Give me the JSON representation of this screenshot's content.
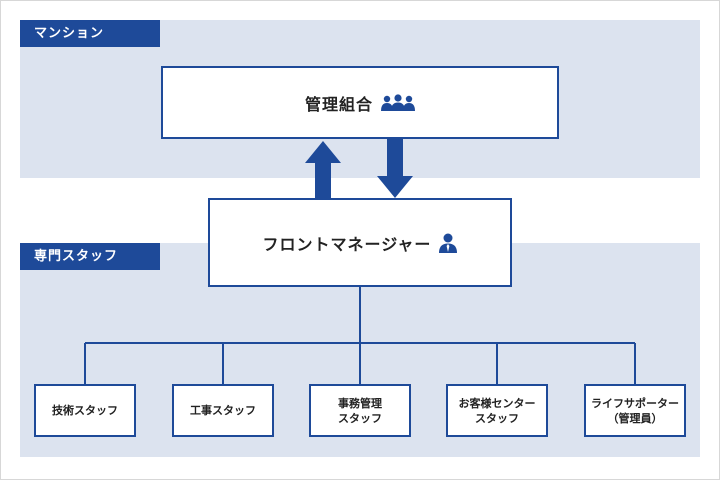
{
  "sections": {
    "top_label": "マンション",
    "bottom_label": "専門スタッフ"
  },
  "nodes": {
    "kanri_kumiai": {
      "label": "管理組合",
      "icon": "people-group-icon"
    },
    "front_manager": {
      "label": "フロントマネージャー",
      "icon": "person-icon"
    }
  },
  "staff": [
    {
      "line1": "技術スタッフ",
      "line2": ""
    },
    {
      "line1": "工事スタッフ",
      "line2": ""
    },
    {
      "line1": "事務管理",
      "line2": "スタッフ"
    },
    {
      "line1": "お客様センター",
      "line2": "スタッフ"
    },
    {
      "line1": "ライフサポーター",
      "line2": "（管理員）"
    }
  ],
  "colors": {
    "primary": "#1e4a99",
    "band": "#dce3ef"
  }
}
